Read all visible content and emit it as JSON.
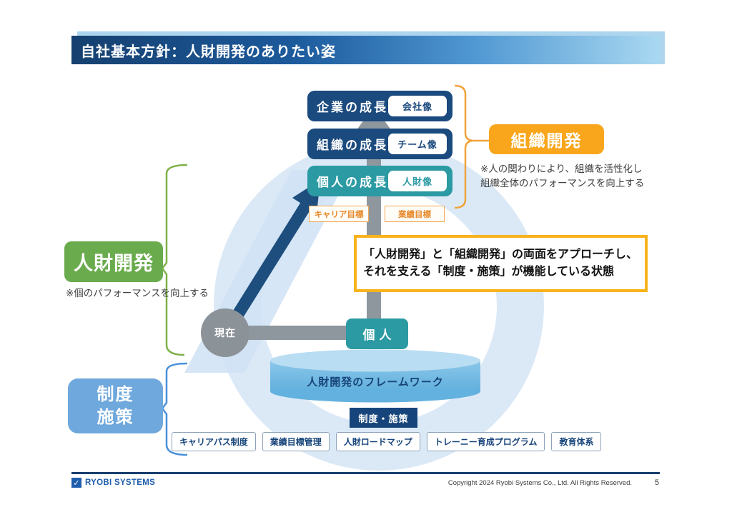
{
  "header": {
    "title": "自社基本方針：人財開発のありたい姿"
  },
  "growth": {
    "rows": [
      {
        "label": "企業の成長",
        "tag": "会社像"
      },
      {
        "label": "組織の成長",
        "tag": "チーム像"
      },
      {
        "label": "個人の成長",
        "tag": "人財像"
      }
    ]
  },
  "goals": {
    "career": "キャリア目標",
    "performance": "業績目標"
  },
  "org_dev": {
    "label": "組織開発",
    "note_line1": "※人の関わりにより、組織を活性化し",
    "note_line2": "組織全体のパフォーマンスを向上する"
  },
  "hr_dev": {
    "label": "人財開発",
    "note": "※個のパフォーマンスを向上する"
  },
  "message_box": {
    "line1": "「人財開発」と「組織開発」の両面をアプローチし、",
    "line2": "それを支える「制度・施策」が機能している状態"
  },
  "nodes": {
    "current": "現在",
    "individual": "個人"
  },
  "policy_group": {
    "line1": "制度",
    "line2": "施策"
  },
  "framework": {
    "cylinder_label": "人財開発のフレームワーク",
    "policy_tag": "制度・施策"
  },
  "programs": [
    "キャリアパス制度",
    "業績目標管理",
    "人財ロードマップ",
    "トレーニー育成プログラム",
    "教育体系"
  ],
  "footer": {
    "logo_check": "✓",
    "logo": "RYOBI SYSTEMS",
    "copyright": "Copyright 2024 Ryobi Systems Co., Ltd. All Rights Reserved.",
    "page": "5"
  },
  "colors": {
    "navy": "#1b4a7e",
    "teal": "#2c9aa3",
    "orange": "#f9a61c",
    "green": "#6aab4d",
    "light_blue": "#6fa8dc",
    "cylinder_blue": "#85c3e9",
    "gray_connector": "#8f979e",
    "header_dark": "#16406f"
  }
}
